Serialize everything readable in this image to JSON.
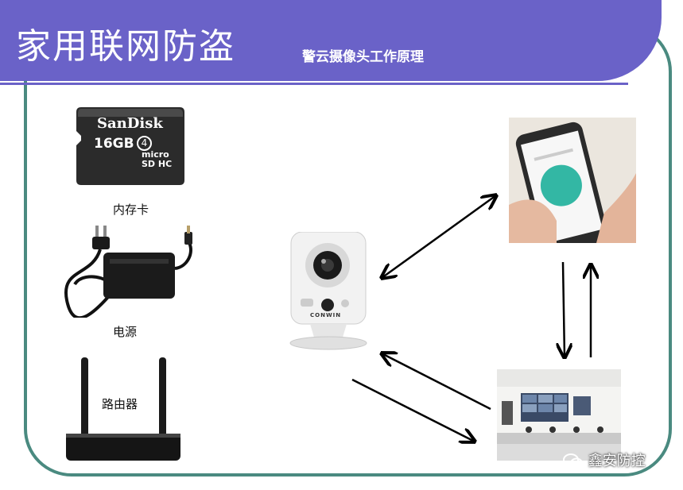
{
  "header": {
    "title": "家用联网防盗",
    "subtitle": "警云摄像头工作原理"
  },
  "components": {
    "sd_card_brand": "SanDisk",
    "sd_card_capacity": "16GB",
    "sd_card_class": "4",
    "sd_card_type": "micro SD HC",
    "sd_card_label": "内存卡",
    "power_label": "电源",
    "router_label": "路由器",
    "camera_brand": "CONWIN"
  },
  "watermark": "鑫安防控",
  "colors": {
    "banner": "#6a62c8",
    "frame": "#4a8a80"
  }
}
